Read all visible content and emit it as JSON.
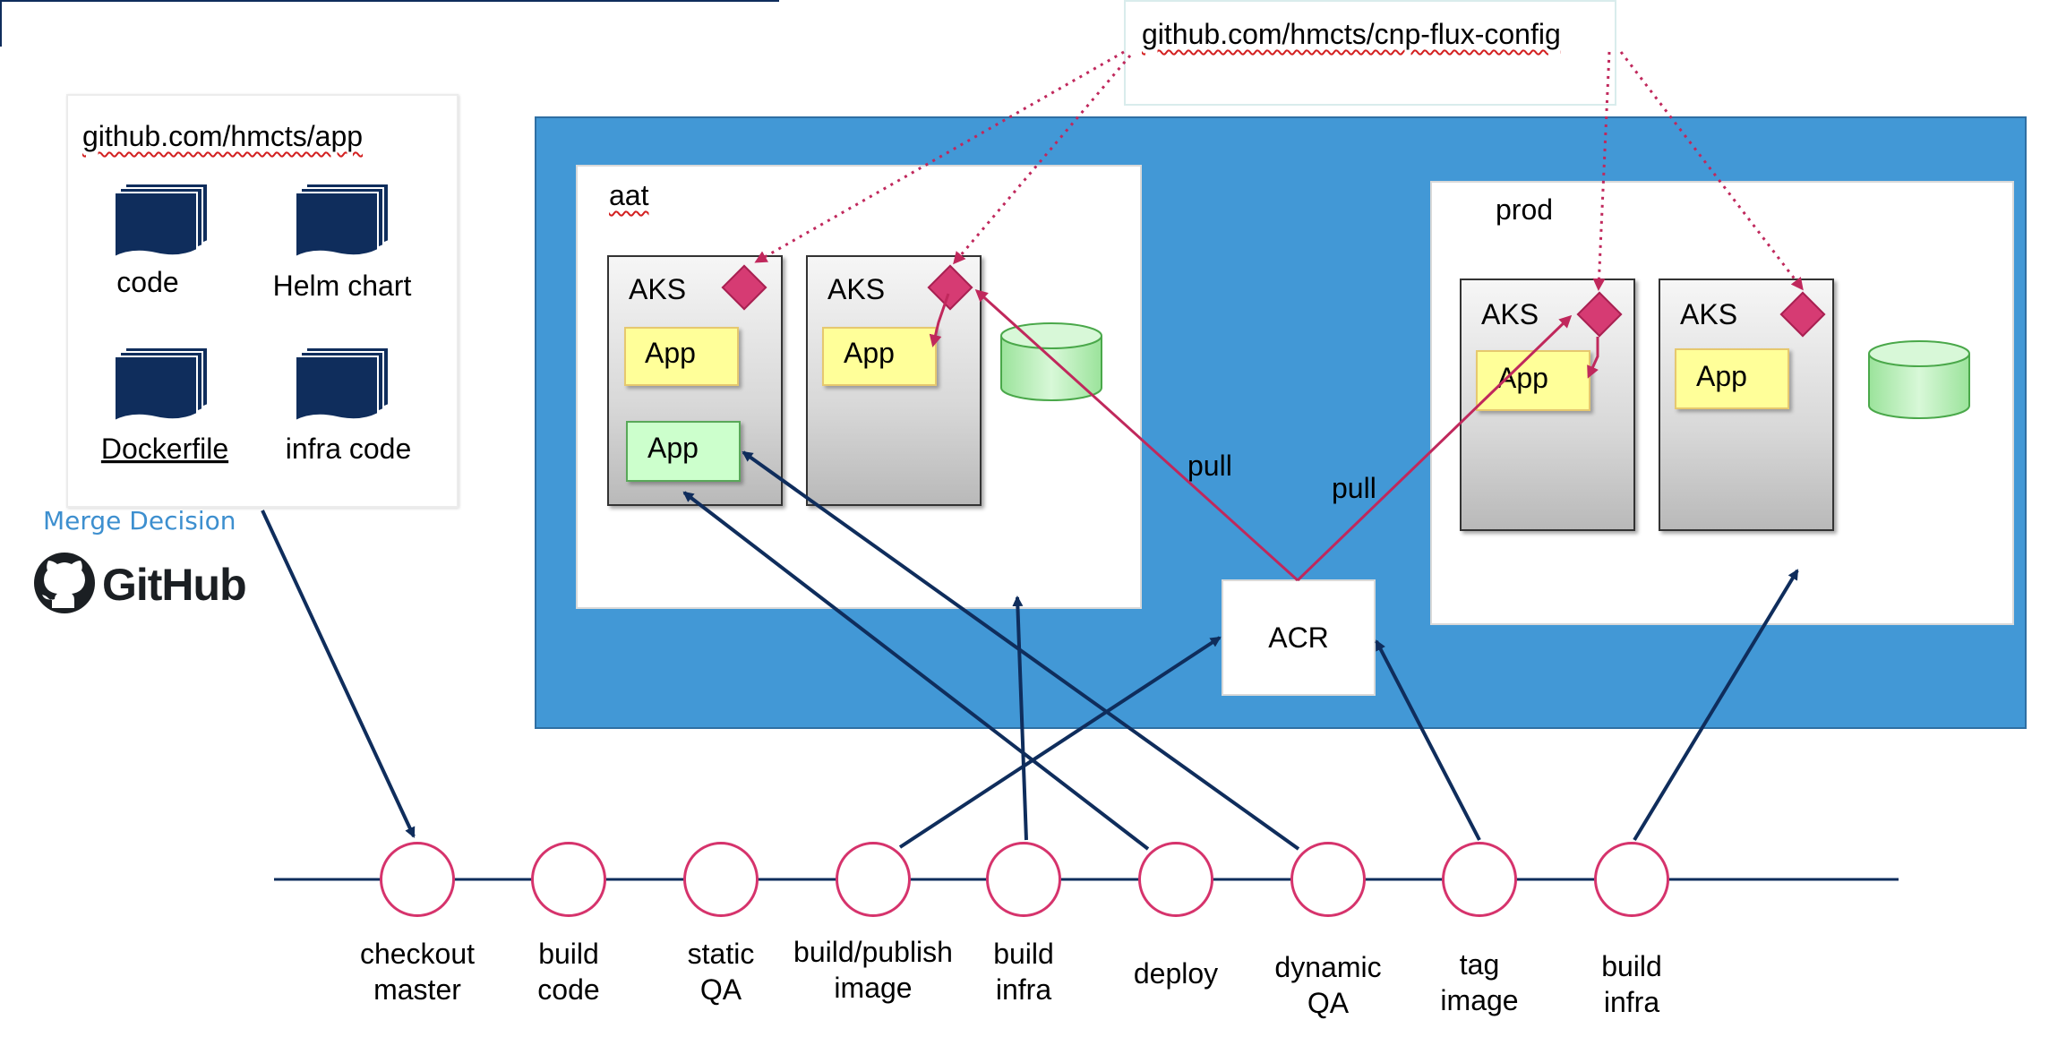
{
  "repos": {
    "flux_config": "github.com/hmcts/cnp-flux-config",
    "app": "github.com/hmcts/app"
  },
  "app_repo_items": [
    "code",
    "Helm chart",
    "Dockerfile",
    "infra code"
  ],
  "merge_decision": "Merge Decision",
  "github_logo_text": "GitHub",
  "environments": {
    "aat": "aat",
    "prod": "prod"
  },
  "aks_label": "AKS",
  "app_label": "App",
  "pull_label": "pull",
  "acr_label": "ACR",
  "pipeline_stages": [
    {
      "line1": "checkout",
      "line2": "master"
    },
    {
      "line1": "build",
      "line2": "code"
    },
    {
      "line1": "static",
      "line2": "QA"
    },
    {
      "line1": "build/publish",
      "line2": "image"
    },
    {
      "line1": "build",
      "line2": "infra"
    },
    {
      "line1": "deploy",
      "line2": ""
    },
    {
      "line1": "dynamic",
      "line2": "QA"
    },
    {
      "line1": "tag",
      "line2": "image"
    },
    {
      "line1": "build",
      "line2": "infra"
    }
  ],
  "colors": {
    "azure_blue": "#4298d6",
    "navy_arrow": "#0f2d5c",
    "pink": "#c0285c",
    "doc_icon": "#0f2d5c",
    "merge_decision": "#3d8fcf"
  }
}
